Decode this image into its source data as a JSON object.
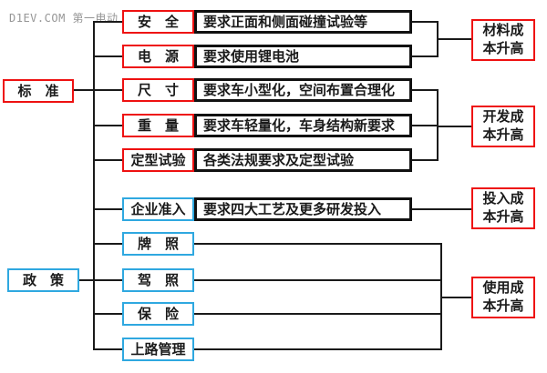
{
  "watermark": "D1EV.COM 第一电动",
  "colors": {
    "standard_red": "#ee1111",
    "policy_blue": "#2fa8e0",
    "line_black": "#1a1a1a"
  },
  "left_nodes": [
    {
      "id": "standard",
      "label": "标　准"
    },
    {
      "id": "policy",
      "label": "政　策"
    }
  ],
  "rows": [
    {
      "label": "安　全",
      "desc": "要求正面和侧面碰撞试验等",
      "group": "standard"
    },
    {
      "label": "电　源",
      "desc": "要求使用锂电池",
      "group": "standard"
    },
    {
      "label": "尺　寸",
      "desc": "要求车小型化，空间布置合理化",
      "group": "standard"
    },
    {
      "label": "重　量",
      "desc": "要求车轻量化，车身结构新要求",
      "group": "standard"
    },
    {
      "label": "定型试验",
      "desc": "各类法规要求及定型试验",
      "group": "standard"
    },
    {
      "label": "企业准入",
      "desc": "要求四大工艺及更多研发投入",
      "group": "policy"
    },
    {
      "label": "牌　照",
      "desc": "",
      "group": "policy"
    },
    {
      "label": "驾　照",
      "desc": "",
      "group": "policy"
    },
    {
      "label": "保　险",
      "desc": "",
      "group": "policy"
    },
    {
      "label": "上路管理",
      "desc": "",
      "group": "policy"
    }
  ],
  "outcomes": [
    {
      "label": "材料成本升高"
    },
    {
      "label": "开发成本升高"
    },
    {
      "label": "投入成本升高"
    },
    {
      "label": "使用成本升高"
    }
  ]
}
